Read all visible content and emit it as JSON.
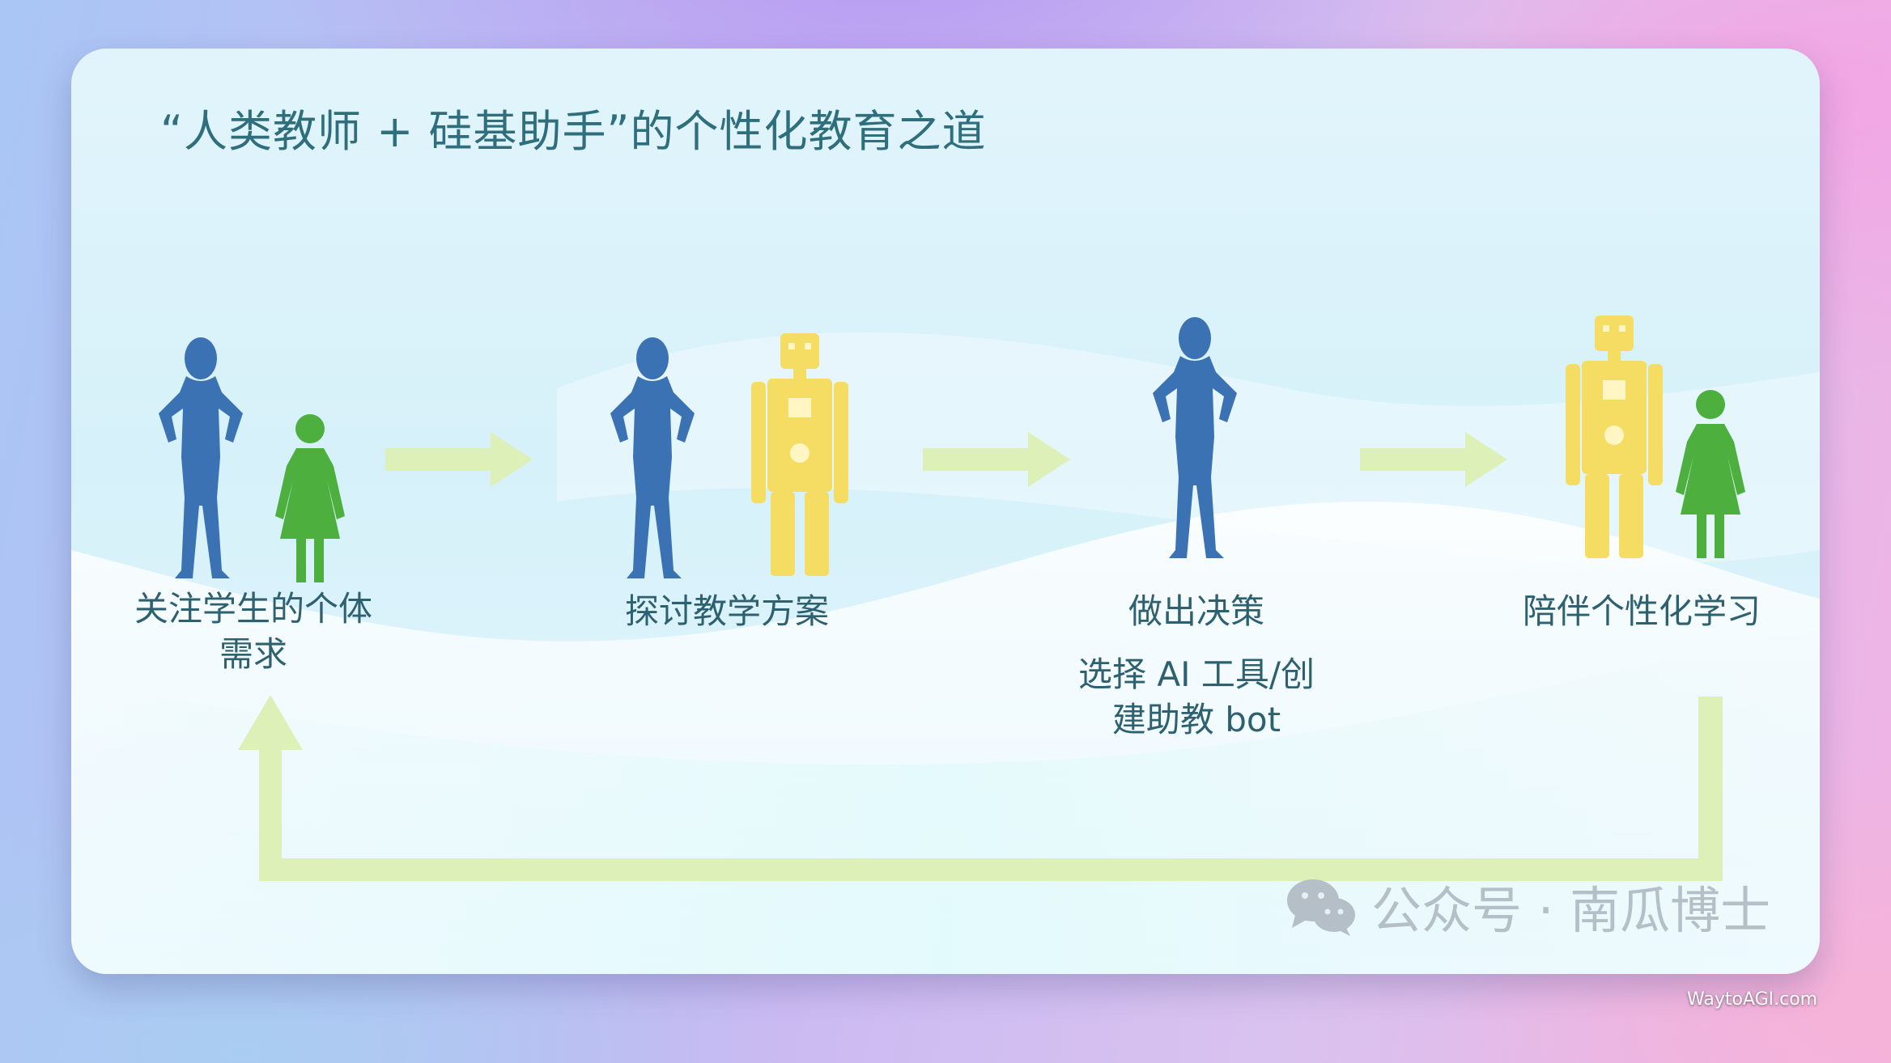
{
  "slide": {
    "title": "“人类教师 + 硅基助手”的个性化教育之道"
  },
  "steps": [
    {
      "label": "关注学生的个体需求",
      "line1": "关注学生的个体",
      "line2": "需求"
    },
    {
      "label": "探讨教学方案"
    },
    {
      "label": "做出决策",
      "sublabel_line1": "选择 AI 工具/创",
      "sublabel_line2": "建助教 bot"
    },
    {
      "label": "陪伴个性化学习"
    }
  ],
  "watermark": {
    "text": "公众号 · 南瓜博士",
    "icon": "wechat-icon"
  },
  "site_credit": "WaytoAGI.com",
  "colors": {
    "teacher": "#3a72b3",
    "student": "#4caf3e",
    "robot": "#f5dc62",
    "arrow": "#dcf0b8",
    "title": "#2f6e7c"
  }
}
